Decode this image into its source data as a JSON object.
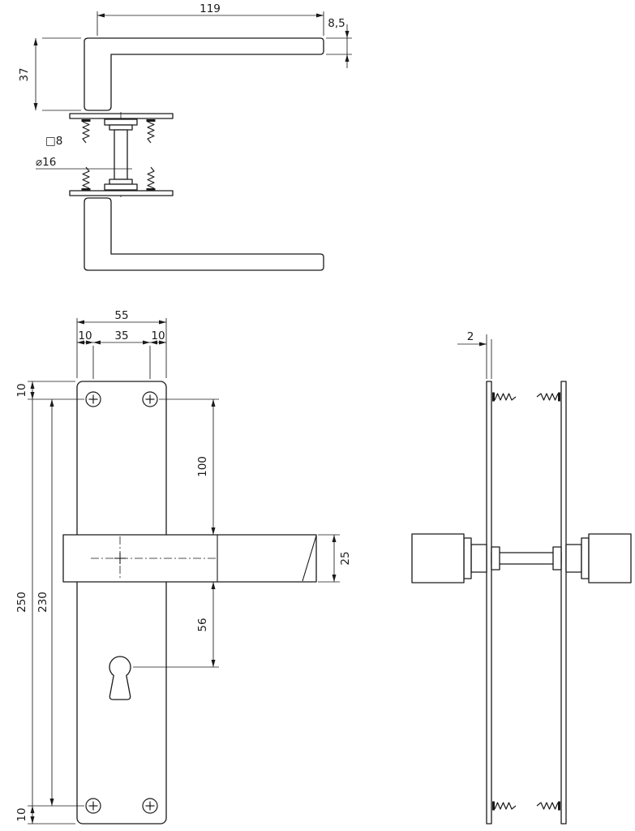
{
  "views": {
    "handle_profile": {
      "length": "119",
      "thickness": "8,5",
      "height": "37",
      "spindle_square": "□8",
      "rose_diameter": "⌀16"
    },
    "plate_front": {
      "width": "55",
      "left_margin": "10",
      "screw_spacing": "35",
      "right_margin": "10",
      "top_margin": "10",
      "lever_offset": "100",
      "lever_width": "25",
      "keyhole_offset": "56",
      "height": "250",
      "screw_centers": "230",
      "bottom_margin": "10"
    },
    "plate_side": {
      "thickness": "2"
    }
  }
}
